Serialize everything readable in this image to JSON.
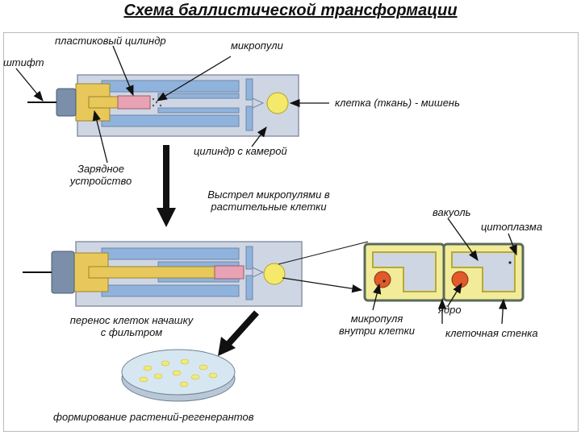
{
  "title": "Схема баллистической трансформации",
  "labels": {
    "plastic_cylinder": "пластиковый цилиндр",
    "microbullets": "микропули",
    "pin": "штифт",
    "target_cell": "клетка (ткань) - мишень",
    "chamber_cylinder": "цилиндр с камерой",
    "charger_line1": "Зарядное",
    "charger_line2": "устройство",
    "shot_line1": "Выстрел микропулями в",
    "shot_line2": "растительные клетки",
    "vacuole": "вакуоль",
    "cytoplasm": "цитоплазма",
    "nucleus": "ядро",
    "transfer_line1": "перенос клеток начашку",
    "transfer_line2": "с фильтром",
    "microbullet_inside_line1": "микропуля",
    "microbullet_inside_line2": "внутри клетки",
    "cell_wall": "клеточная стенка",
    "regeneration": "формирование растений-регенерантов"
  },
  "colors": {
    "device_body": "#cfd6e3",
    "device_outline": "#8a94a8",
    "barrel": "#8fb3dc",
    "charger": "#e8c85a",
    "plastic_cylinder": "#e7a3b3",
    "target": "#f4e96a",
    "cell_fill": "#f2ec9a",
    "cell_border": "#5b6a5a",
    "nucleus": "#e05a2a",
    "dish": "#d7e7f2",
    "dish_dots": "#f1ea7a"
  }
}
